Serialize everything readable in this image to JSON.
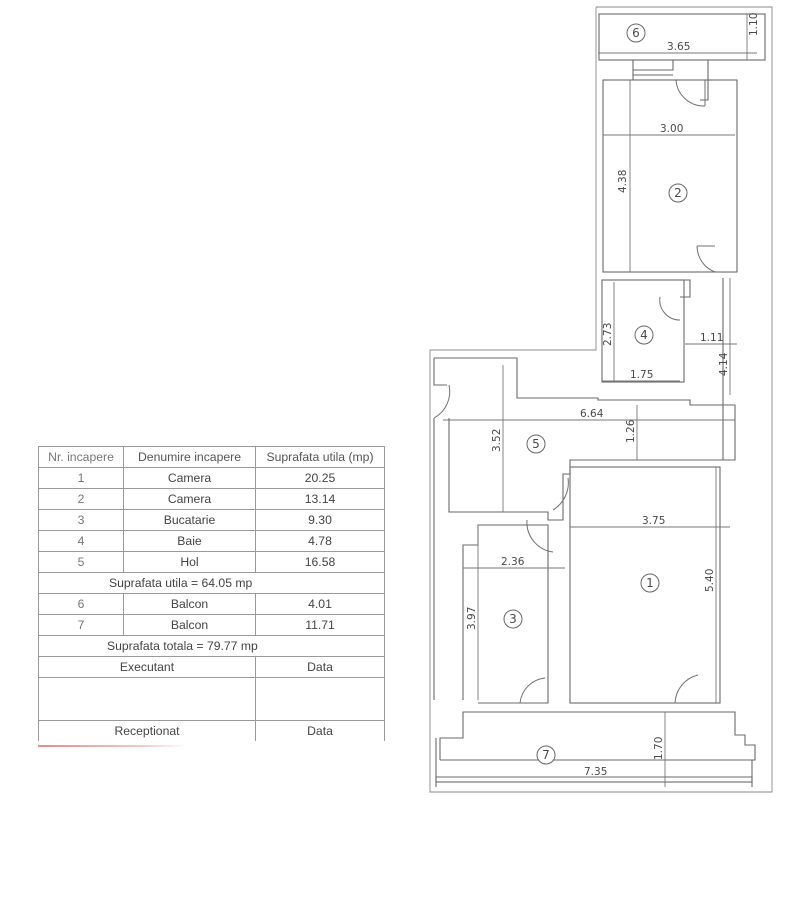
{
  "table": {
    "headers": [
      "Nr. incapere",
      "Denumire incapere",
      "Suprafata utila (mp)"
    ],
    "rows_useful": [
      {
        "nr": "1",
        "name": "Camera",
        "area": "20.25"
      },
      {
        "nr": "2",
        "name": "Camera",
        "area": "13.14"
      },
      {
        "nr": "3",
        "name": "Bucatarie",
        "area": "9.30"
      },
      {
        "nr": "4",
        "name": "Baie",
        "area": "4.78"
      },
      {
        "nr": "5",
        "name": "Hol",
        "area": "16.58"
      }
    ],
    "useful_total": "Suprafata utila = 64.05 mp",
    "rows_balcony": [
      {
        "nr": "6",
        "name": "Balcon",
        "area": "4.01"
      },
      {
        "nr": "7",
        "name": "Balcon",
        "area": "11.71"
      }
    ],
    "grand_total": "Suprafata totala = 79.77 mp",
    "executant_label": "Executant",
    "data_label_1": "Data",
    "receptionat_label": "Receptionat",
    "data_label_2": "Data"
  },
  "plan": {
    "room_numbers": [
      "1",
      "2",
      "3",
      "4",
      "5",
      "6",
      "7"
    ],
    "dimensions": {
      "balcon_6_width": "3.65",
      "balcon_6_depth": "1.10",
      "camera_2_width": "3.00",
      "camera_2_length": "4.38",
      "baie_height": "2.73",
      "baie_width": "1.75",
      "hol_niche_width": "1.11",
      "hol_niche_length": "4.14",
      "hol_length": "6.64",
      "hol_depth": "1.26",
      "hol_side": "3.52",
      "camera_1_width": "3.75",
      "camera_1_length": "5.40",
      "bucatarie_width": "2.36",
      "bucatarie_length": "3.97",
      "balcon_7_depth": "1.70",
      "balcon_7_width": "7.35"
    }
  }
}
